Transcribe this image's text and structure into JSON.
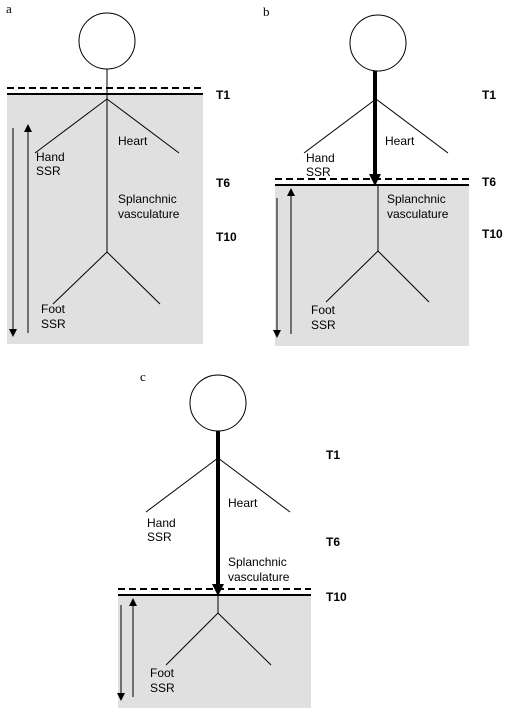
{
  "panels": [
    {
      "letter": "a",
      "levels": [
        "T1",
        "T6",
        "T10"
      ],
      "labels": {
        "heart": "Heart",
        "hand_1": "Hand",
        "hand_2": "SSR",
        "splanchnic_1": "Splanchnic",
        "splanchnic_2": "vasculature",
        "foot_1": "Foot",
        "foot_2": "SSR"
      }
    },
    {
      "letter": "b",
      "levels": [
        "T1",
        "T6",
        "T10"
      ],
      "labels": {
        "heart": "Heart",
        "hand_1": "Hand",
        "hand_2": "SSR",
        "splanchnic_1": "Splanchnic",
        "splanchnic_2": "vasculature",
        "foot_1": "Foot",
        "foot_2": "SSR"
      }
    },
    {
      "letter": "c",
      "levels": [
        "T1",
        "T6",
        "T10"
      ],
      "labels": {
        "heart": "Heart",
        "hand_1": "Hand",
        "hand_2": "SSR",
        "splanchnic_1": "Splanchnic",
        "splanchnic_2": "vasculature",
        "foot_1": "Foot",
        "foot_2": "SSR"
      }
    }
  ],
  "colors": {
    "shade": "#e0e0e0",
    "line": "#000000"
  }
}
